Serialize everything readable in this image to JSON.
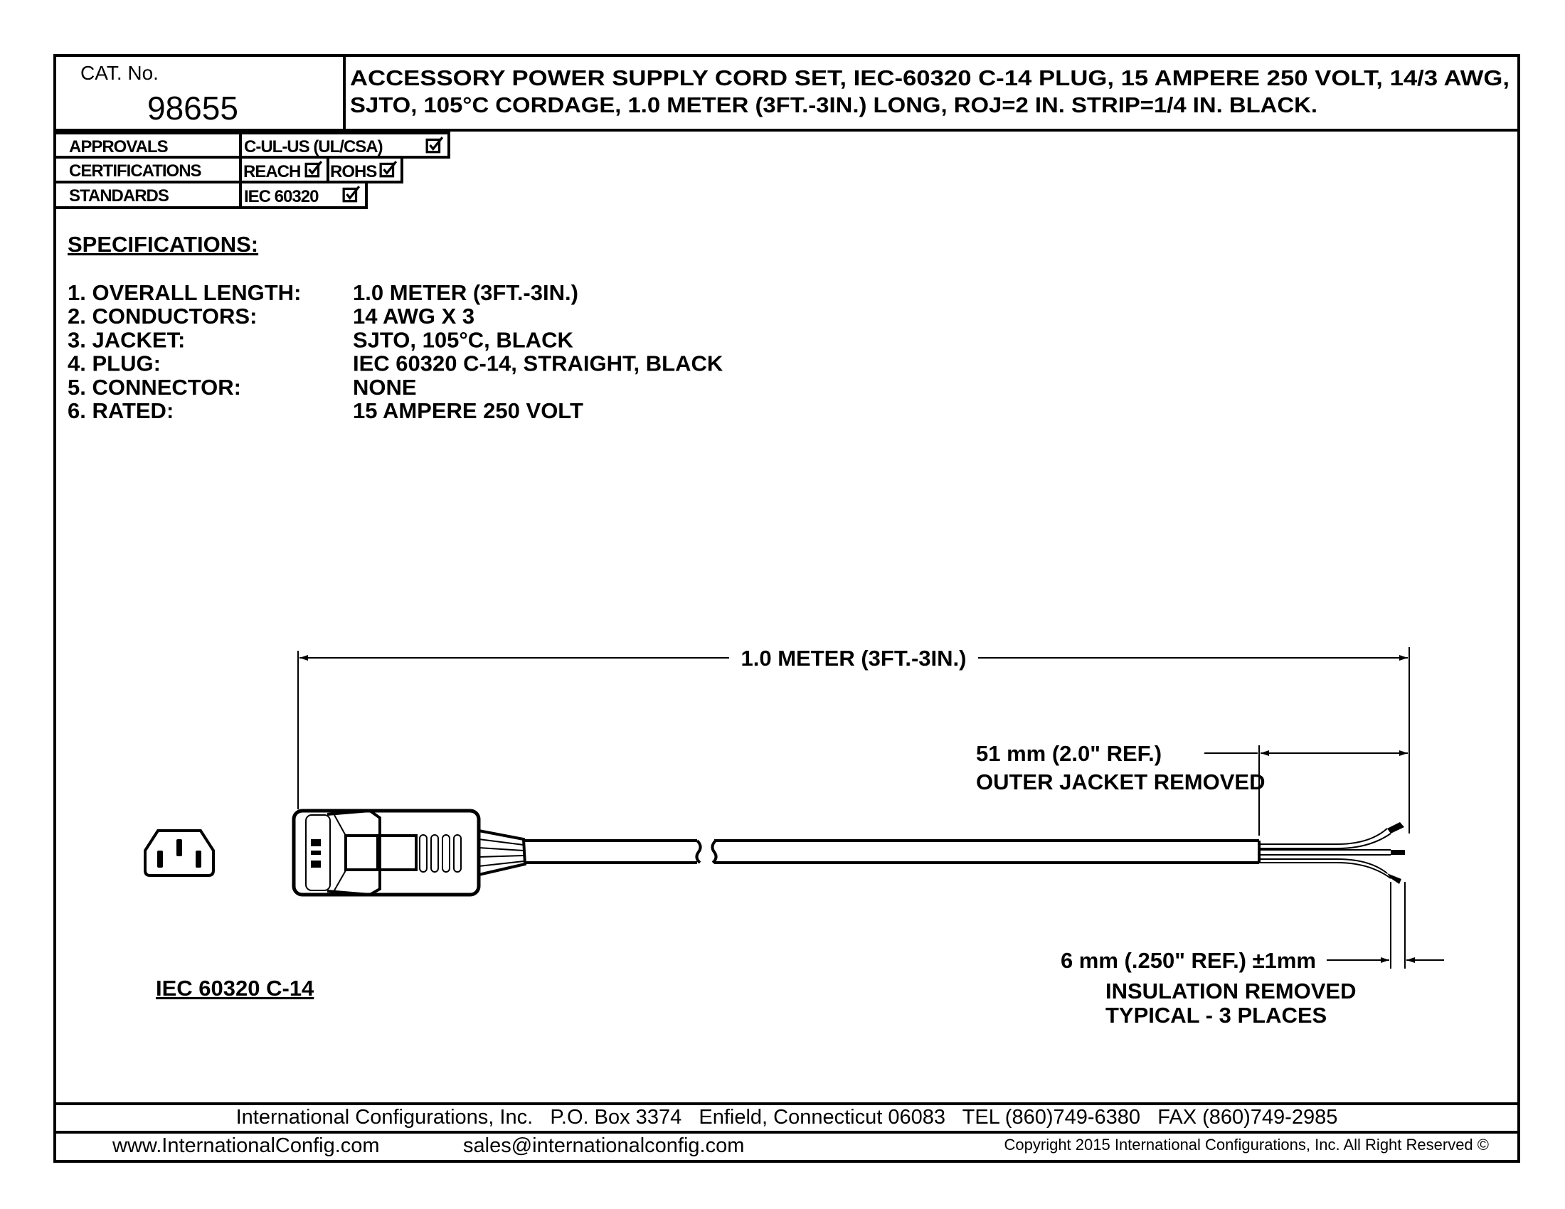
{
  "header": {
    "cat_label": "CAT. No.",
    "cat_number": "98655",
    "description_line1": "ACCESSORY POWER SUPPLY CORD SET, IEC-60320 C-14 PLUG, 15 AMPERE 250 VOLT, 14/3 AWG,",
    "description_line2": "SJTO, 105°C CORDAGE, 1.0 METER (3FT.-3IN.) LONG, ROJ=2 IN. STRIP=1/4 IN. BLACK."
  },
  "compliance": {
    "approvals_label": "APPROVALS",
    "approvals_value": "C-UL-US (UL/CSA)",
    "certifications_label": "CERTIFICATIONS",
    "cert_reach": "REACH",
    "cert_rohs": "ROHS",
    "standards_label": "STANDARDS",
    "standards_value": "IEC 60320"
  },
  "specifications": {
    "title": "SPECIFICATIONS:",
    "items": [
      {
        "label": "1. OVERALL LENGTH:",
        "value": "1.0 METER (3FT.-3IN.)"
      },
      {
        "label": "2. CONDUCTORS:",
        "value": "14 AWG X 3"
      },
      {
        "label": "3. JACKET:",
        "value": "SJTO, 105°C, BLACK"
      },
      {
        "label": "4. PLUG:",
        "value": "IEC 60320 C-14, STRAIGHT, BLACK"
      },
      {
        "label": "5. CONNECTOR:",
        "value": "NONE"
      },
      {
        "label": "6. RATED:",
        "value": "15 AMPERE 250 VOLT"
      }
    ]
  },
  "drawing": {
    "overall_length": "1.0 METER (3FT.-3IN.)",
    "jacket_dim": "51 mm (2.0\" REF.)",
    "jacket_note": "OUTER JACKET REMOVED",
    "strip_dim": "6 mm (.250\" REF.) ±1mm",
    "strip_note1": "INSULATION REMOVED",
    "strip_note2": "TYPICAL - 3 PLACES",
    "plug_label": "IEC 60320 C-14"
  },
  "footer": {
    "line1": "International Configurations, Inc.   P.O. Box 3374   Enfield, Connecticut 06083   TEL (860)749-6380   FAX (860)749-2985",
    "website": "www.InternationalConfig.com",
    "email": "sales@internationalconfig.com",
    "copyright": "Copyright 2015 International Configurations, Inc. All Right Reserved ©"
  }
}
